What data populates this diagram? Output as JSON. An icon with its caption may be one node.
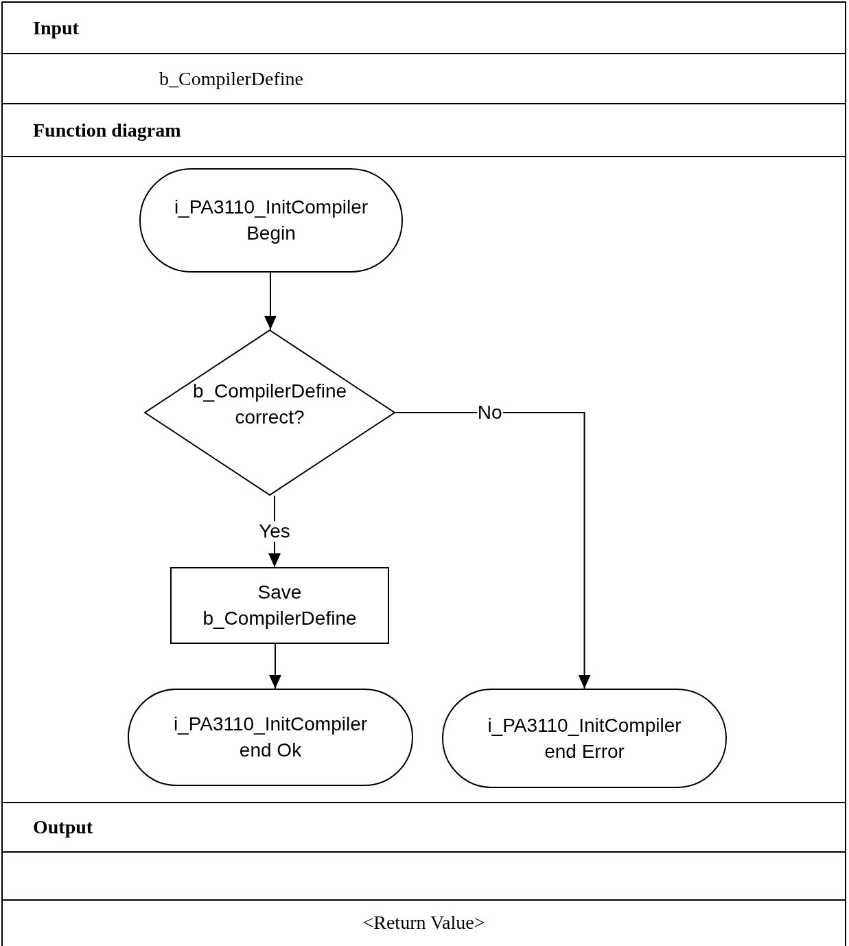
{
  "diagram": {
    "nodes": [
      {
        "text": [
          "i_PA3110_InitCompiler Begin"
        ]
      },
      {
        "text": [
          "b_CompilerDefine correct?"
        ]
      },
      {
        "text": [
          "Save b_CompilerDefine"
        ]
      },
      {
        "text": [
          "i_PA3110_InitCompiler end Ok"
        ]
      },
      {
        "text": [
          "i_PA3110_InitCompiler end Error"
        ]
      }
    ],
    "edges": [
      {
        "from": 0,
        "to": 1,
        "arrow": "to"
      },
      {
        "from": 1,
        "to": 2,
        "arrow": "to",
        "label": "Yes"
      },
      {
        "from": 1,
        "to": 4,
        "arrow": "to",
        "label": "No"
      },
      {
        "from": 2,
        "to": 3,
        "arrow": "to"
      }
    ],
    "labels": [
      "Input",
      "b_CompilerDefine",
      "Function diagram",
      "Output",
      "<Return Value>"
    ]
  }
}
